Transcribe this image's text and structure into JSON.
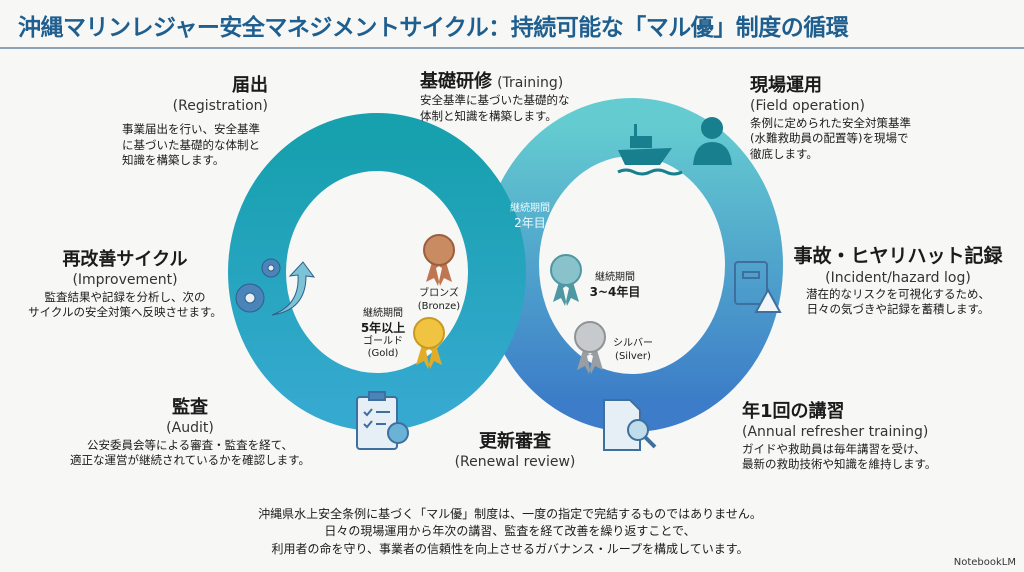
{
  "title": "沖縄マリンレジャー安全マネジメントサイクル：持続可能な「マル優」制度の循環",
  "steps": {
    "registration": {
      "ja": "届出",
      "en": "(Registration)",
      "desc": [
        "事業届出を行い、安全基準",
        "に基づいた基礎的な体制と",
        "知識を構築します。"
      ]
    },
    "training": {
      "ja": "基礎研修",
      "en": "(Training)",
      "desc": [
        "安全基準に基づいた基礎的な",
        "体制と知識を構築します。"
      ]
    },
    "field": {
      "ja": "現場運用",
      "en": "(Field operation)",
      "desc": [
        "条例に定められた安全対策基準",
        "(水難救助員の配置等)を現場で",
        "徹底します。"
      ]
    },
    "incident": {
      "ja": "事故・ヒヤリハット記録",
      "en": "(Incident/hazard log)",
      "desc": [
        "潜在的なリスクを可視化するため、",
        "日々の気づきや記録を蓄積します。"
      ]
    },
    "annual": {
      "ja": "年1回の講習",
      "en": "(Annual refresher training)",
      "desc": [
        "ガイドや救助員は毎年講習を受け、",
        "最新の救助技術や知識を維持します。"
      ]
    },
    "renewal": {
      "ja": "更新審査",
      "en": "(Renewal review)"
    },
    "audit": {
      "ja": "監査",
      "en": "(Audit)",
      "desc": [
        "公安委員会等による審査・監査を経て、",
        "適正な運営が継続されているかを確認します。"
      ]
    },
    "improvement": {
      "ja": "再改善サイクル",
      "en": "(Improvement)",
      "desc": [
        "監査結果や記録を分析し、次の",
        "サイクルの安全対策へ反映させます。"
      ]
    }
  },
  "medals": {
    "year2": {
      "label": "継続期間",
      "value": "2年目"
    },
    "bronze": {
      "ja": "ブロンズ",
      "en": "(Bronze)"
    },
    "gold": {
      "label": "継続期間",
      "value": "5年以上",
      "ja": "ゴールド",
      "en": "(Gold)"
    },
    "teal": {
      "label": "継続期間",
      "value": "3~4年目"
    },
    "silver": {
      "ja": "シルバー",
      "en": "(Silver)"
    }
  },
  "footer": [
    "沖縄県水上安全条例に基づく「マル優」制度は、一度の指定で完結するものではありません。",
    "日々の現場運用から年次の講習、監査を経て改善を繰り返すことで、",
    "利用者の命を守り、事業者の信頼性を向上させるガバナンス・ループを構成しています。"
  ],
  "brand": "NotebookLM",
  "colors": {
    "title": "#1f5f8f",
    "left_ring": "#1ea5b6",
    "right_ring_top": "#62c9cf",
    "right_ring_bottom": "#3f7fc8"
  }
}
